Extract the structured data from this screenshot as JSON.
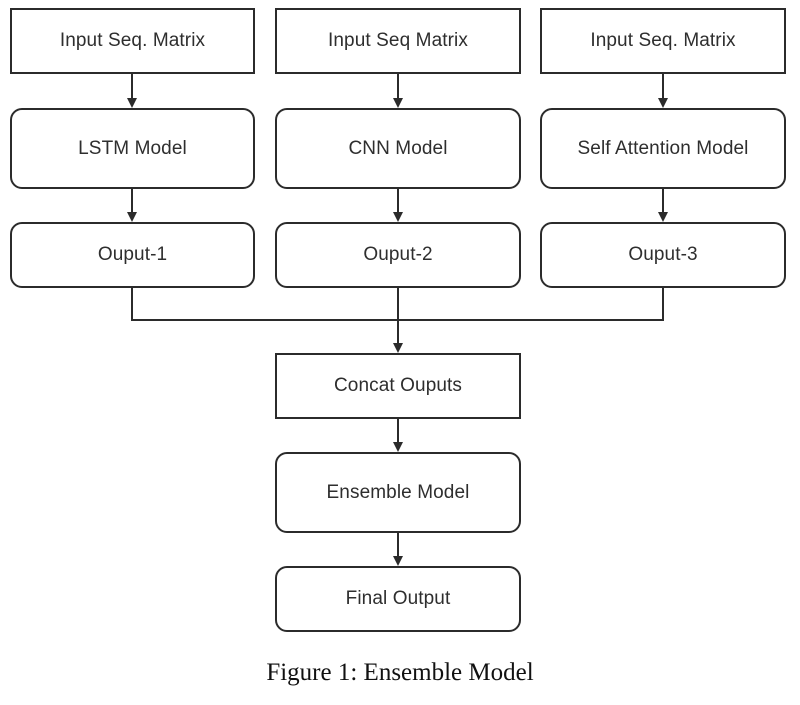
{
  "diagram": {
    "inputs": [
      "Input Seq. Matrix",
      "Input Seq Matrix",
      "Input Seq. Matrix"
    ],
    "models": [
      "LSTM Model",
      "CNN Model",
      "Self Attention Model"
    ],
    "outputs": [
      "Ouput-1",
      "Ouput-2",
      "Ouput-3"
    ],
    "concat": "Concat Ouputs",
    "ensemble": "Ensemble Model",
    "final": "Final Output"
  },
  "caption": "Figure 1: Ensemble Model",
  "colors": {
    "stroke": "#2b2b2b",
    "text": "#2e2e2e",
    "background": "#ffffff"
  }
}
